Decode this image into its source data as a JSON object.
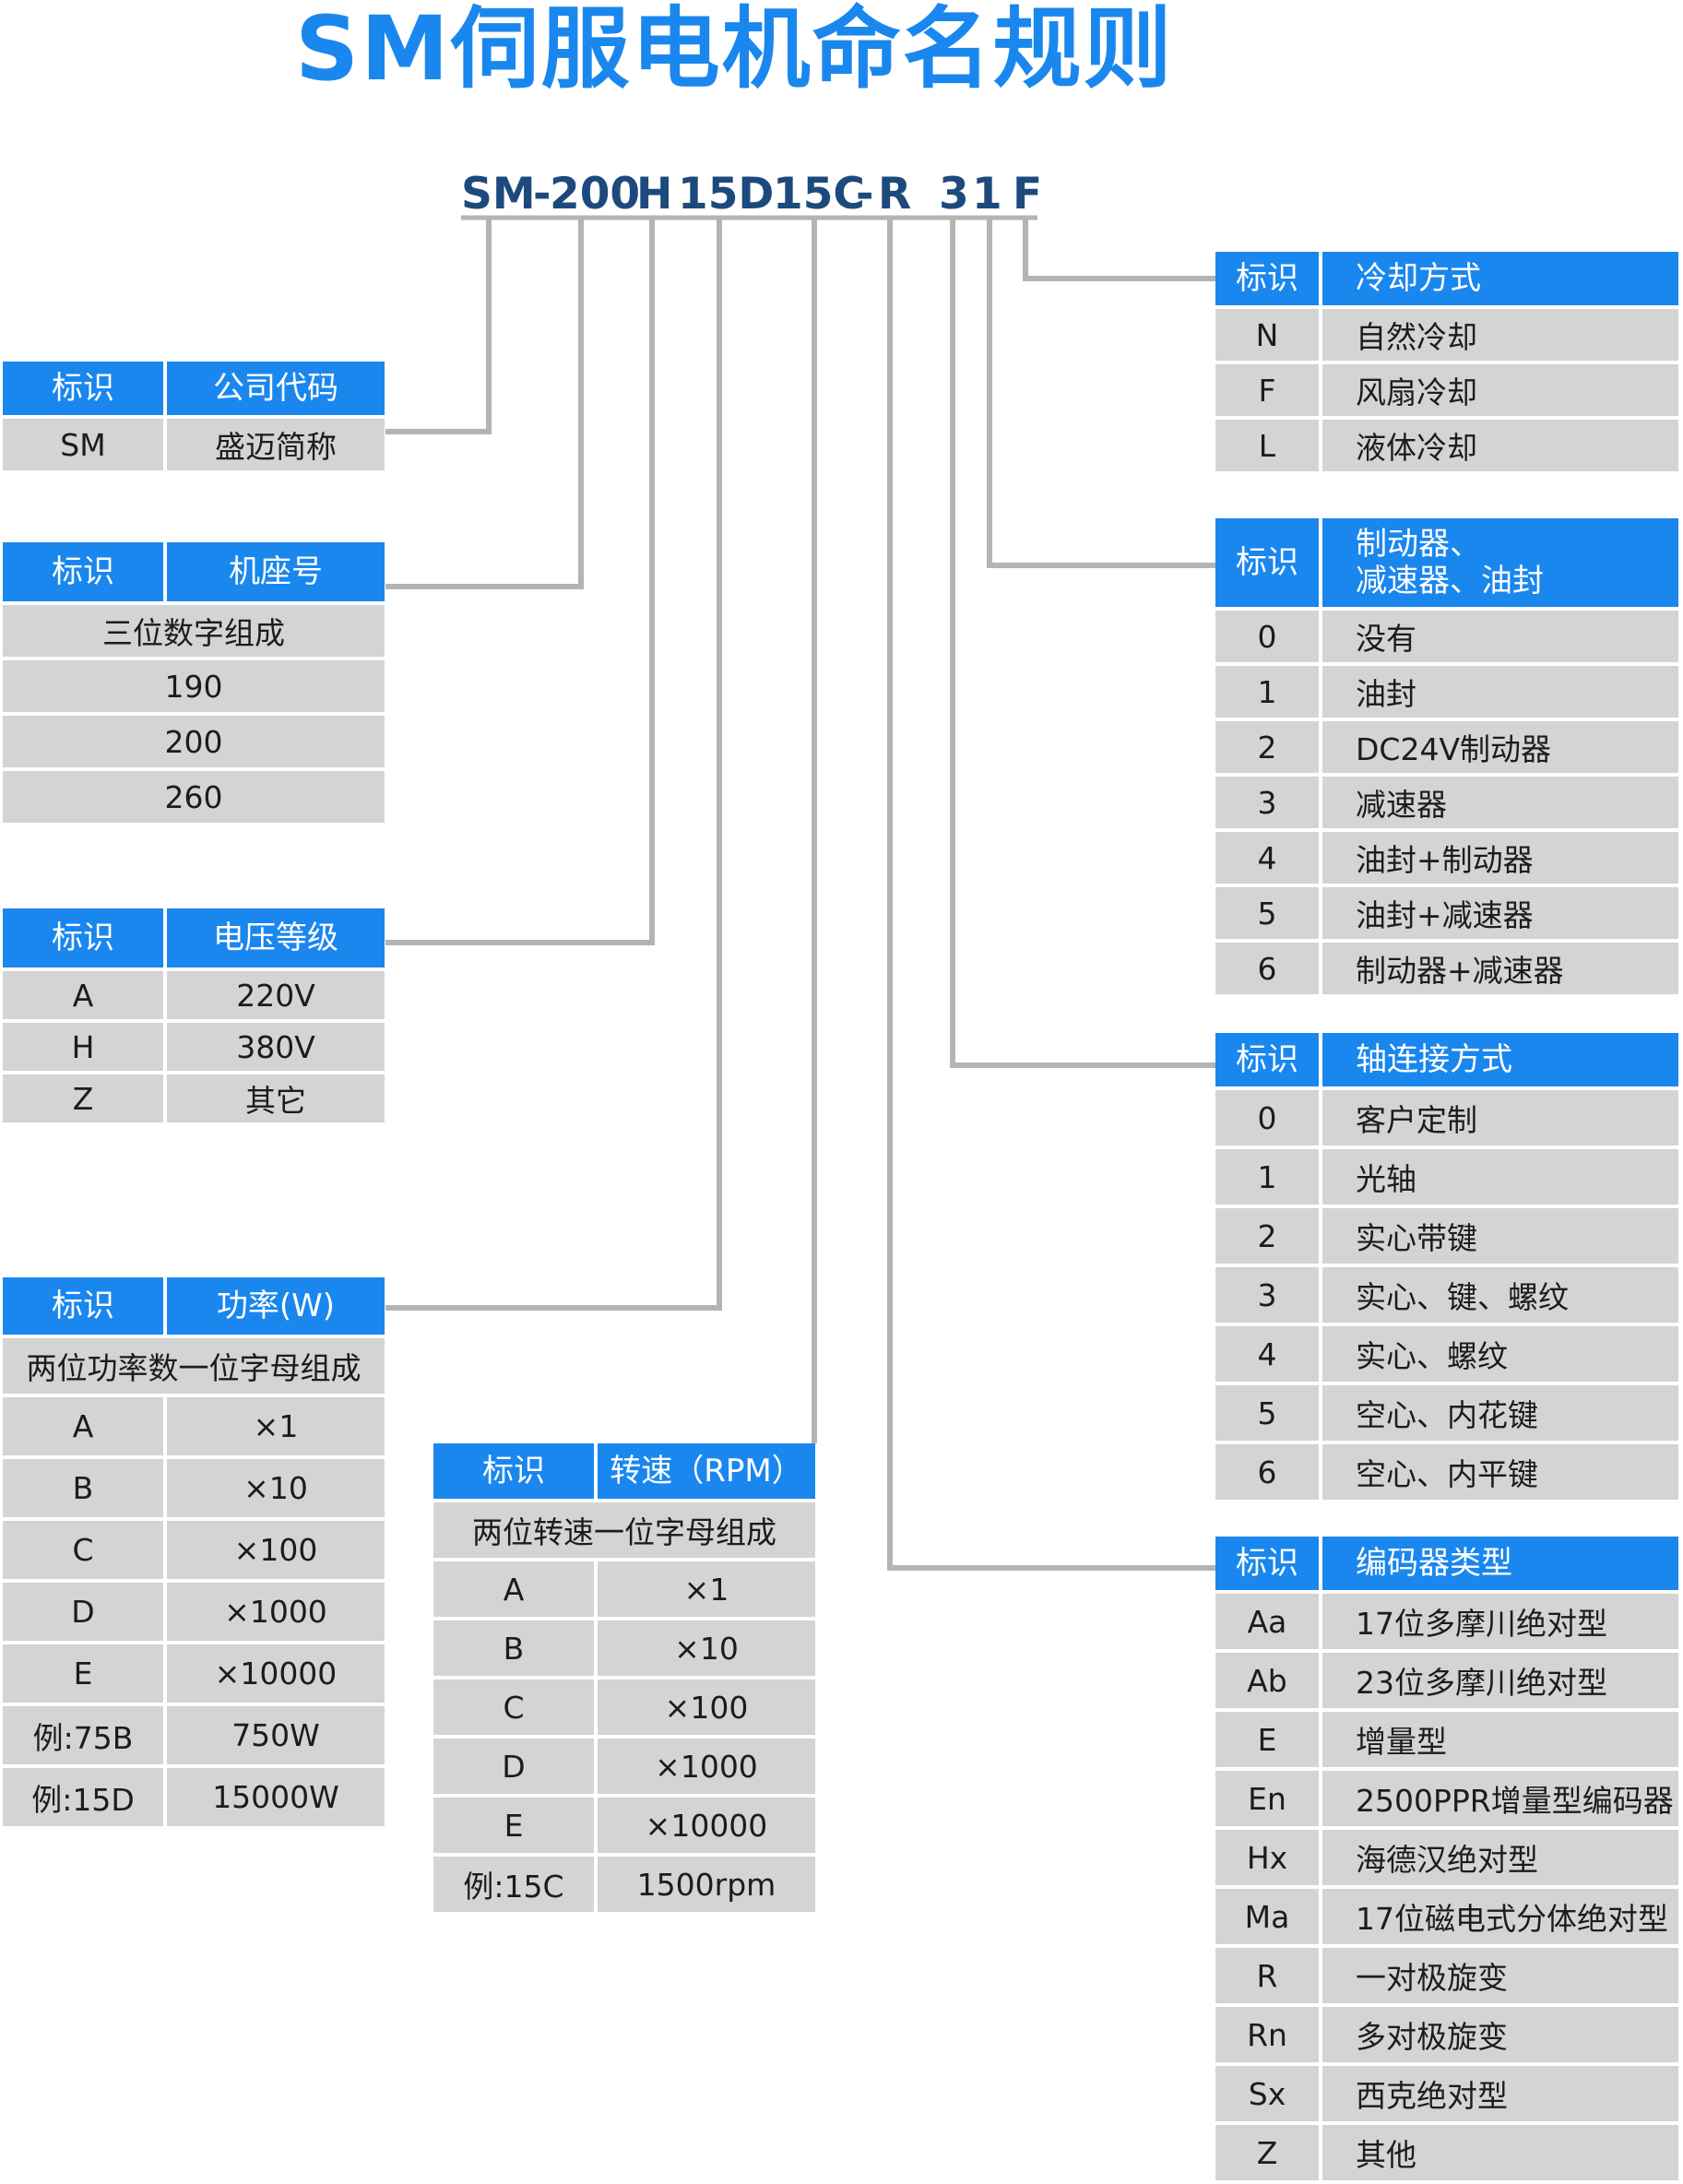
{
  "title": "SM伺服电机命名规则",
  "code_segments": [
    "SM",
    "-",
    "200",
    "H",
    "15D",
    "15C",
    "-",
    "R",
    "3",
    "1",
    "F"
  ],
  "colors": {
    "accent": "#1a87ee",
    "code": "#1d4a7c",
    "cell": "#d4d4d4",
    "line": "#b4b4b4"
  },
  "tables": {
    "company": {
      "headers": [
        "标识",
        "公司代码"
      ],
      "rows": [
        [
          "SM",
          "盛迈简称"
        ]
      ]
    },
    "frame": {
      "headers": [
        "标识",
        "机座号"
      ],
      "rows": [
        [
          "三位数字组成"
        ],
        [
          "190"
        ],
        [
          "200"
        ],
        [
          "260"
        ]
      ]
    },
    "voltage": {
      "headers": [
        "标识",
        "电压等级"
      ],
      "rows": [
        [
          "A",
          "220V"
        ],
        [
          "H",
          "380V"
        ],
        [
          "Z",
          "其它"
        ]
      ]
    },
    "power": {
      "headers": [
        "标识",
        "功率(W)"
      ],
      "rows": [
        [
          "两位功率数一位字母组成"
        ],
        [
          "A",
          "×1"
        ],
        [
          "B",
          "×10"
        ],
        [
          "C",
          "×100"
        ],
        [
          "D",
          "×1000"
        ],
        [
          "E",
          "×10000"
        ],
        [
          "例:75B",
          "750W"
        ],
        [
          "例:15D",
          "15000W"
        ]
      ]
    },
    "speed": {
      "headers": [
        "标识",
        "转速（RPM）"
      ],
      "rows": [
        [
          "两位转速一位字母组成"
        ],
        [
          "A",
          "×1"
        ],
        [
          "B",
          "×10"
        ],
        [
          "C",
          "×100"
        ],
        [
          "D",
          "×1000"
        ],
        [
          "E",
          "×10000"
        ],
        [
          "例:15C",
          "1500rpm"
        ]
      ]
    },
    "cooling": {
      "headers": [
        "标识",
        "冷却方式"
      ],
      "rows": [
        [
          "N",
          "自然冷却"
        ],
        [
          "F",
          "风扇冷却"
        ],
        [
          "L",
          "液体冷却"
        ]
      ]
    },
    "brake": {
      "headers": [
        "标识",
        "制动器、\n减速器、油封"
      ],
      "rows": [
        [
          "0",
          "没有"
        ],
        [
          "1",
          "油封"
        ],
        [
          "2",
          "DC24V制动器"
        ],
        [
          "3",
          "减速器"
        ],
        [
          "4",
          "油封+制动器"
        ],
        [
          "5",
          "油封+减速器"
        ],
        [
          "6",
          "制动器+减速器"
        ]
      ]
    },
    "shaft": {
      "headers": [
        "标识",
        "轴连接方式"
      ],
      "rows": [
        [
          "0",
          "客户定制"
        ],
        [
          "1",
          "光轴"
        ],
        [
          "2",
          "实心带键"
        ],
        [
          "3",
          "实心、键、螺纹"
        ],
        [
          "4",
          "实心、螺纹"
        ],
        [
          "5",
          "空心、内花键"
        ],
        [
          "6",
          "空心、内平键"
        ]
      ]
    },
    "encoder": {
      "headers": [
        "标识",
        "编码器类型"
      ],
      "rows": [
        [
          "Aa",
          "17位多摩川绝对型"
        ],
        [
          "Ab",
          "23位多摩川绝对型"
        ],
        [
          "E",
          "增量型"
        ],
        [
          "En",
          "2500PPR增量型编码器"
        ],
        [
          "Hx",
          "海德汉绝对型"
        ],
        [
          "Ma",
          "17位磁电式分体绝对型"
        ],
        [
          "R",
          "一对极旋变"
        ],
        [
          "Rn",
          "多对极旋变"
        ],
        [
          "Sx",
          "西克绝对型"
        ],
        [
          "Z",
          "其他"
        ]
      ]
    }
  }
}
